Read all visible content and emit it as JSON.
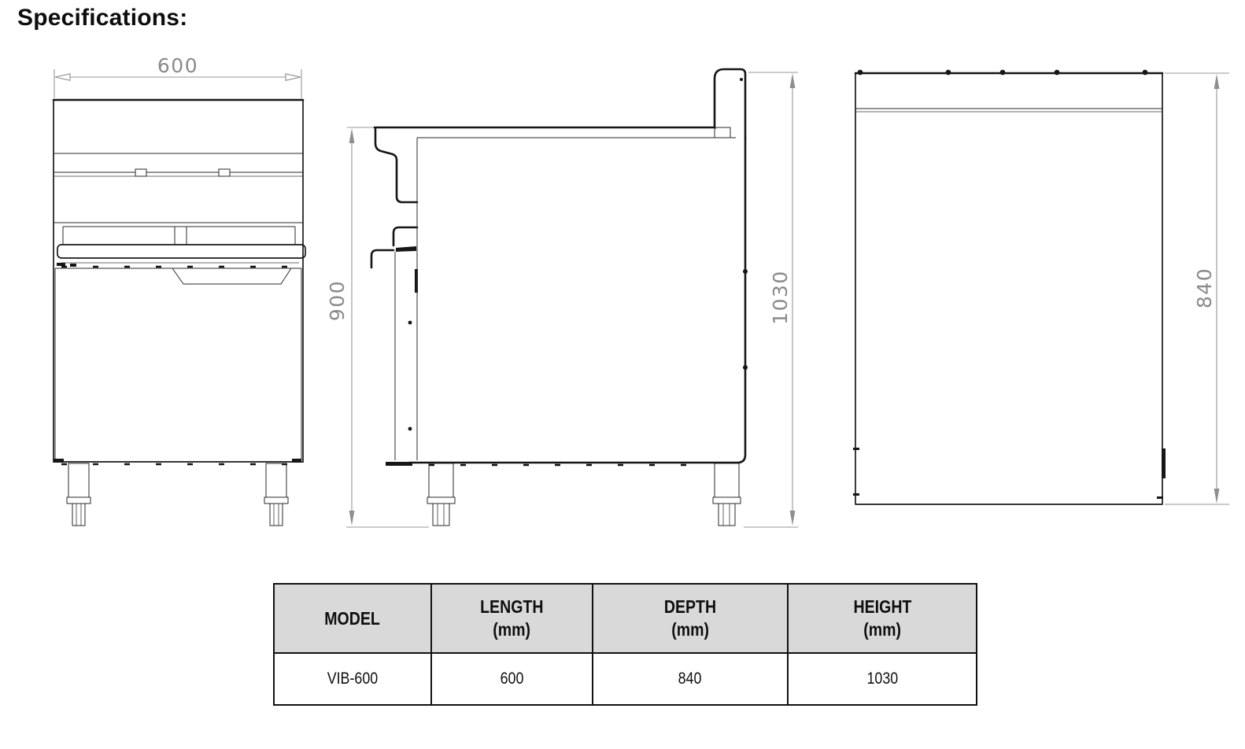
{
  "title": "Specifications:",
  "views": {
    "front": {
      "dim_width": "600"
    },
    "side": {
      "dim_height": "900",
      "dim_total_height": "1030"
    },
    "plan": {
      "dim_depth": "840"
    }
  },
  "table": {
    "headers": [
      {
        "label": "MODEL",
        "unit": ""
      },
      {
        "label": "LENGTH",
        "unit": "(mm)"
      },
      {
        "label": "DEPTH",
        "unit": "(mm)"
      },
      {
        "label": "HEIGHT",
        "unit": "(mm)"
      }
    ],
    "rows": [
      {
        "model": "VIB-600",
        "length": "600",
        "depth": "840",
        "height": "1030"
      }
    ]
  },
  "colors": {
    "drawing_line": "#151515",
    "dimension": "#8f8f8f",
    "table_header_bg": "#d9d9d9",
    "text": "#0f0f0f"
  }
}
